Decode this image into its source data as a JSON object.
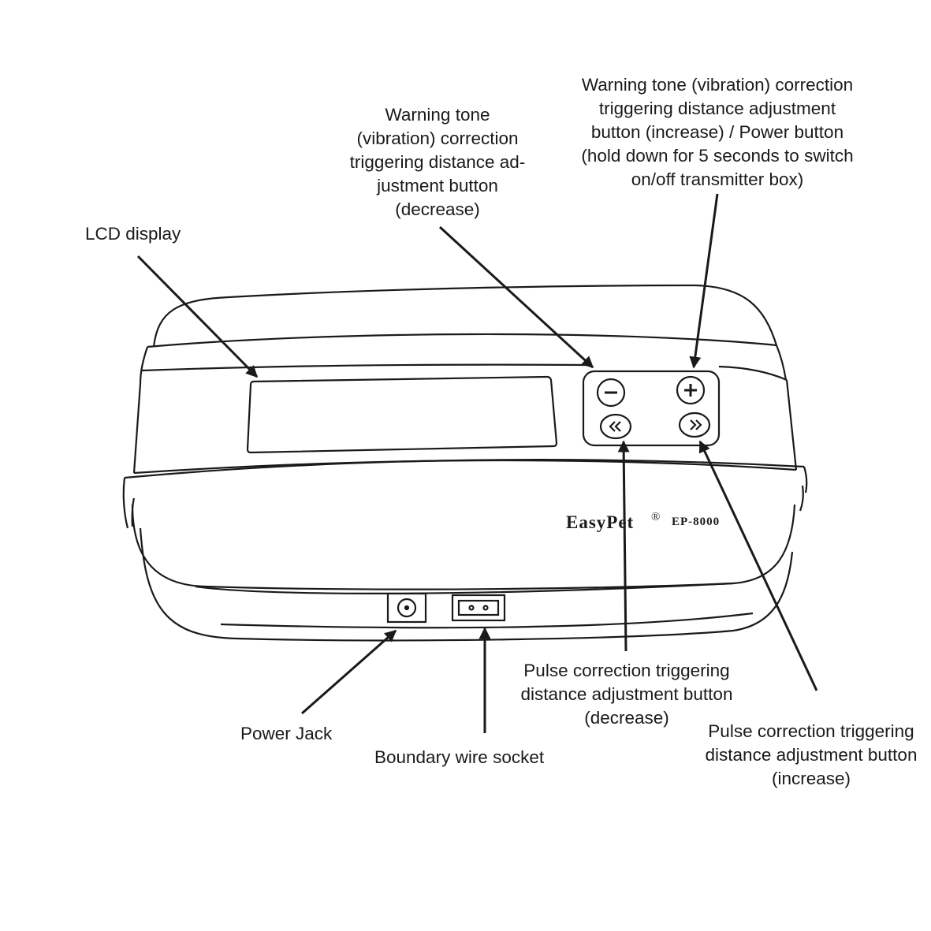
{
  "callouts": {
    "lcd_display": [
      "LCD display"
    ],
    "warning_decrease": [
      "Warning tone",
      "(vibration) correction",
      "triggering distance ad-",
      "justment button",
      "(decrease)"
    ],
    "warning_increase": [
      "Warning tone (vibration) correction",
      "triggering distance adjustment",
      "button (increase) / Power button",
      "(hold down for 5 seconds to switch",
      "on/off transmitter box)"
    ],
    "pulse_decrease": [
      "Pulse correction triggering",
      "distance adjustment button",
      "(decrease)"
    ],
    "pulse_increase": [
      "Pulse correction triggering",
      "distance adjustment button",
      "(increase)"
    ],
    "power_jack": [
      "Power Jack"
    ],
    "boundary_socket": [
      "Boundary wire socket"
    ]
  },
  "device": {
    "brand": "EasyPet",
    "registered_mark": "®",
    "model": "EP-8000"
  },
  "icons": [
    "minus-icon",
    "plus-icon",
    "double-chevron-left-icon",
    "double-chevron-right-icon"
  ],
  "colors": {
    "line": "#1a1a1a",
    "background": "#ffffff"
  }
}
